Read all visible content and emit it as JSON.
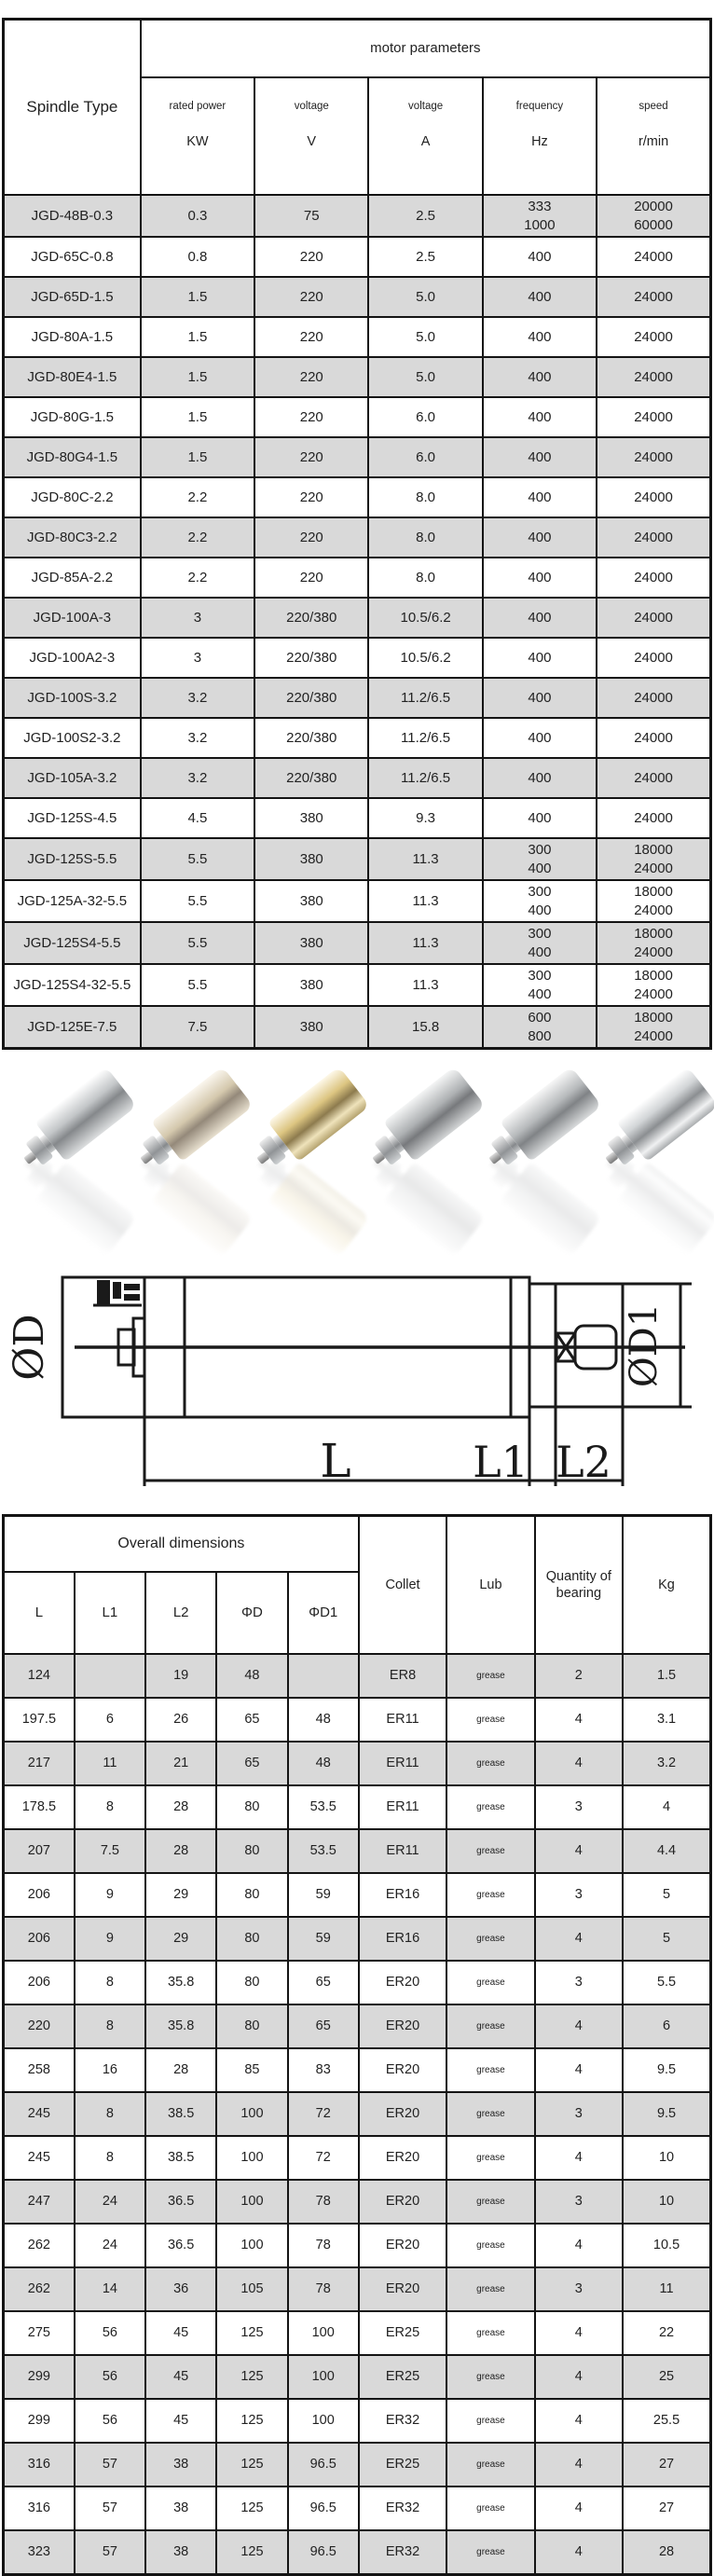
{
  "colors": {
    "alt_row": "#d9d9d9",
    "table_border": "#141414",
    "diagram_ink": "#1a1a1a"
  },
  "motor_table": {
    "corner_header": "Spindle Type",
    "group_header": "motor parameters",
    "columns": [
      {
        "label": "rated power",
        "unit": "KW"
      },
      {
        "label": "voltage",
        "unit": "V"
      },
      {
        "label": "voltage",
        "unit": "A"
      },
      {
        "label": "frequency",
        "unit": "Hz"
      },
      {
        "label": "speed",
        "unit": "r/min"
      }
    ],
    "rows": [
      [
        "JGD-48B-0.3",
        "0.3",
        "75",
        "2.5",
        "333\n1000",
        "20000\n60000"
      ],
      [
        "JGD-65C-0.8",
        "0.8",
        "220",
        "2.5",
        "400",
        "24000"
      ],
      [
        "JGD-65D-1.5",
        "1.5",
        "220",
        "5.0",
        "400",
        "24000"
      ],
      [
        "JGD-80A-1.5",
        "1.5",
        "220",
        "5.0",
        "400",
        "24000"
      ],
      [
        "JGD-80E4-1.5",
        "1.5",
        "220",
        "5.0",
        "400",
        "24000"
      ],
      [
        "JGD-80G-1.5",
        "1.5",
        "220",
        "6.0",
        "400",
        "24000"
      ],
      [
        "JGD-80G4-1.5",
        "1.5",
        "220",
        "6.0",
        "400",
        "24000"
      ],
      [
        "JGD-80C-2.2",
        "2.2",
        "220",
        "8.0",
        "400",
        "24000"
      ],
      [
        "JGD-80C3-2.2",
        "2.2",
        "220",
        "8.0",
        "400",
        "24000"
      ],
      [
        "JGD-85A-2.2",
        "2.2",
        "220",
        "8.0",
        "400",
        "24000"
      ],
      [
        "JGD-100A-3",
        "3",
        "220/380",
        "10.5/6.2",
        "400",
        "24000"
      ],
      [
        "JGD-100A2-3",
        "3",
        "220/380",
        "10.5/6.2",
        "400",
        "24000"
      ],
      [
        "JGD-100S-3.2",
        "3.2",
        "220/380",
        "11.2/6.5",
        "400",
        "24000"
      ],
      [
        "JGD-100S2-3.2",
        "3.2",
        "220/380",
        "11.2/6.5",
        "400",
        "24000"
      ],
      [
        "JGD-105A-3.2",
        "3.2",
        "220/380",
        "11.2/6.5",
        "400",
        "24000"
      ],
      [
        "JGD-125S-4.5",
        "4.5",
        "380",
        "9.3",
        "400",
        "24000"
      ],
      [
        "JGD-125S-5.5",
        "5.5",
        "380",
        "11.3",
        "300\n400",
        "18000\n24000"
      ],
      [
        "JGD-125A-32-5.5",
        "5.5",
        "380",
        "11.3",
        "300\n400",
        "18000\n24000"
      ],
      [
        "JGD-125S4-5.5",
        "5.5",
        "380",
        "11.3",
        "300\n400",
        "18000\n24000"
      ],
      [
        "JGD-125S4-32-5.5",
        "5.5",
        "380",
        "11.3",
        "300\n400",
        "18000\n24000"
      ],
      [
        "JGD-125E-7.5",
        "7.5",
        "380",
        "15.8",
        "600\n800",
        "18000\n24000"
      ]
    ]
  },
  "products": {
    "tints": [
      "silver",
      "champagne",
      "brass",
      "steel",
      "steel2",
      "chrome"
    ]
  },
  "diagram": {
    "d_label": "ØD",
    "d1_label": "ØD1",
    "l_label": "L",
    "l1_label": "L1",
    "l2_label": "L2"
  },
  "dimensions_table": {
    "group_header": "Overall dimensions",
    "sub_columns": [
      "L",
      "L1",
      "L2",
      "ΦD",
      "ΦD1"
    ],
    "span_columns": [
      "Collet",
      "Lub",
      "Quantity of bearing",
      "Kg"
    ],
    "rows": [
      [
        "124",
        "",
        "19",
        "48",
        "",
        "ER8",
        "grease",
        "2",
        "1.5"
      ],
      [
        "197.5",
        "6",
        "26",
        "65",
        "48",
        "ER11",
        "grease",
        "4",
        "3.1"
      ],
      [
        "217",
        "11",
        "21",
        "65",
        "48",
        "ER11",
        "grease",
        "4",
        "3.2"
      ],
      [
        "178.5",
        "8",
        "28",
        "80",
        "53.5",
        "ER11",
        "grease",
        "3",
        "4"
      ],
      [
        "207",
        "7.5",
        "28",
        "80",
        "53.5",
        "ER11",
        "grease",
        "4",
        "4.4"
      ],
      [
        "206",
        "9",
        "29",
        "80",
        "59",
        "ER16",
        "grease",
        "3",
        "5"
      ],
      [
        "206",
        "9",
        "29",
        "80",
        "59",
        "ER16",
        "grease",
        "4",
        "5"
      ],
      [
        "206",
        "8",
        "35.8",
        "80",
        "65",
        "ER20",
        "grease",
        "3",
        "5.5"
      ],
      [
        "220",
        "8",
        "35.8",
        "80",
        "65",
        "ER20",
        "grease",
        "4",
        "6"
      ],
      [
        "258",
        "16",
        "28",
        "85",
        "83",
        "ER20",
        "grease",
        "4",
        "9.5"
      ],
      [
        "245",
        "8",
        "38.5",
        "100",
        "72",
        "ER20",
        "grease",
        "3",
        "9.5"
      ],
      [
        "245",
        "8",
        "38.5",
        "100",
        "72",
        "ER20",
        "grease",
        "4",
        "10"
      ],
      [
        "247",
        "24",
        "36.5",
        "100",
        "78",
        "ER20",
        "grease",
        "3",
        "10"
      ],
      [
        "262",
        "24",
        "36.5",
        "100",
        "78",
        "ER20",
        "grease",
        "4",
        "10.5"
      ],
      [
        "262",
        "14",
        "36",
        "105",
        "78",
        "ER20",
        "grease",
        "3",
        "11"
      ],
      [
        "275",
        "56",
        "45",
        "125",
        "100",
        "ER25",
        "grease",
        "4",
        "22"
      ],
      [
        "299",
        "56",
        "45",
        "125",
        "100",
        "ER25",
        "grease",
        "4",
        "25"
      ],
      [
        "299",
        "56",
        "45",
        "125",
        "100",
        "ER32",
        "grease",
        "4",
        "25.5"
      ],
      [
        "316",
        "57",
        "38",
        "125",
        "96.5",
        "ER25",
        "grease",
        "4",
        "27"
      ],
      [
        "316",
        "57",
        "38",
        "125",
        "96.5",
        "ER32",
        "grease",
        "4",
        "27"
      ],
      [
        "323",
        "57",
        "38",
        "125",
        "96.5",
        "ER32",
        "grease",
        "4",
        "28"
      ]
    ]
  }
}
